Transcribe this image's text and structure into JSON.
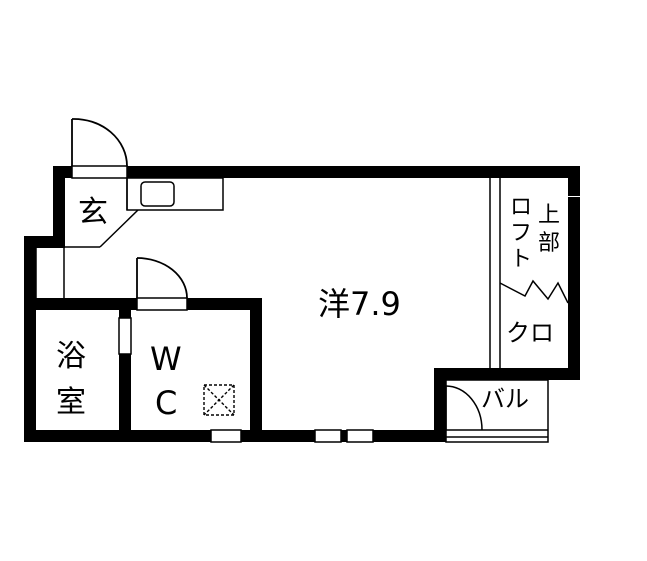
{
  "rooms": {
    "genkan": "玄",
    "western_room": "洋7.9",
    "bath_top": "浴",
    "bath_bottom": "室",
    "wc_top": "W",
    "wc_bottom": "C",
    "loft_col1": [
      "ロ",
      "フ",
      "ト"
    ],
    "loft_col2": [
      "上",
      "部"
    ],
    "closet": "クロ",
    "balcony": "バル"
  },
  "colors": {
    "wall": "#000000",
    "background": "#ffffff",
    "line": "#000000"
  }
}
